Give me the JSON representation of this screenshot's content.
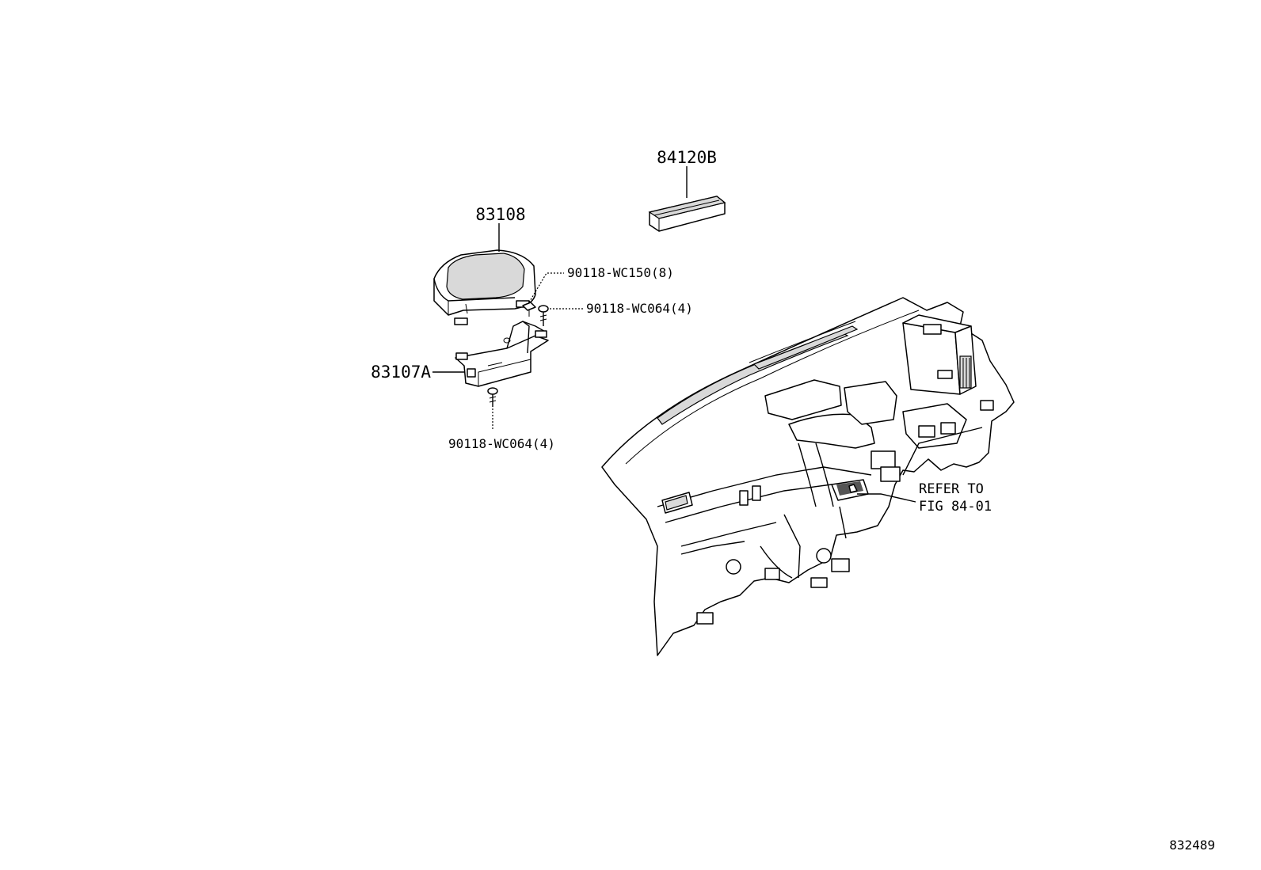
{
  "labels": {
    "part_84120B": "84120B",
    "part_83108": "83108",
    "part_83107A": "83107A",
    "fastener_top": "90118-WC150(8)",
    "fastener_mid": "90118-WC064(4)",
    "fastener_bottom": "90118-WC064(4)",
    "refer_line1": "REFER TO",
    "refer_line2": "FIG 84-01",
    "figure_id": "832489"
  }
}
